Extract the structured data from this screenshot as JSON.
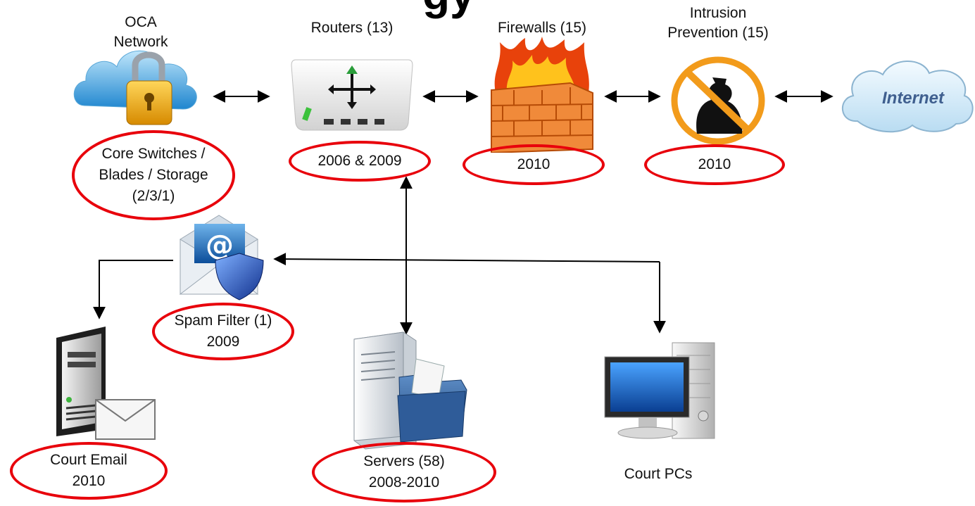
{
  "labels": {
    "oca_network": "OCA\nNetwork",
    "routers": "Routers (13)",
    "firewalls": "Firewalls (15)",
    "intrusion": "Intrusion\nPrevention (15)",
    "internet": "Internet",
    "court_pcs": "Court PCs"
  },
  "ellipses": {
    "core": "Core Switches /\nBlades / Storage\n(2/3/1)",
    "routers_year": "2006 & 2009",
    "firewalls_year": "2010",
    "intrusion_year": "2010",
    "spam": "Spam Filter (1)\n2009",
    "email": "Court Email\n2010",
    "servers": "Servers (58)\n2008-2010"
  },
  "colors": {
    "ellipse": "#e8000b",
    "internet_text": "#3f5f8f",
    "firewall_flame": "#e8420b",
    "no_sign": "#f29b1b"
  },
  "icons": [
    "cloud-lock-icon",
    "router-icon",
    "firewall-icon",
    "intrusion-prevention-icon",
    "internet-cloud-icon",
    "spam-filter-icon",
    "email-server-icon",
    "file-server-icon",
    "desktop-pc-icon"
  ]
}
